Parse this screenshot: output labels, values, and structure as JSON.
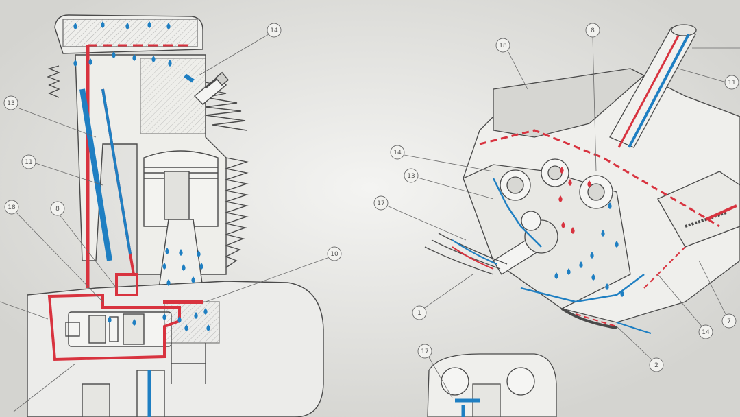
{
  "colors": {
    "paper": "#e6e6e3",
    "line": "#4a4a4a",
    "hatch": "#9a9a9a",
    "oil_pressure": "#d8333f",
    "oil_return": "#1f7fc2",
    "part_fill": "#f1f1ee"
  },
  "callouts": {
    "left": [
      {
        "id": "c13",
        "label": "13"
      },
      {
        "id": "c11",
        "label": "11"
      },
      {
        "id": "c18",
        "label": "18"
      },
      {
        "id": "c8",
        "label": "8"
      },
      {
        "id": "c14",
        "label": "14"
      },
      {
        "id": "c10",
        "label": "10"
      }
    ],
    "right": [
      {
        "id": "r8",
        "label": "8"
      },
      {
        "id": "r18",
        "label": "18"
      },
      {
        "id": "r11",
        "label": "11"
      },
      {
        "id": "r14a",
        "label": "14"
      },
      {
        "id": "r13",
        "label": "13"
      },
      {
        "id": "r17",
        "label": "17"
      },
      {
        "id": "r1",
        "label": "1"
      },
      {
        "id": "r14b",
        "label": "14"
      },
      {
        "id": "r7",
        "label": "7"
      },
      {
        "id": "r2",
        "label": "2"
      },
      {
        "id": "r17b",
        "label": "17"
      }
    ]
  }
}
